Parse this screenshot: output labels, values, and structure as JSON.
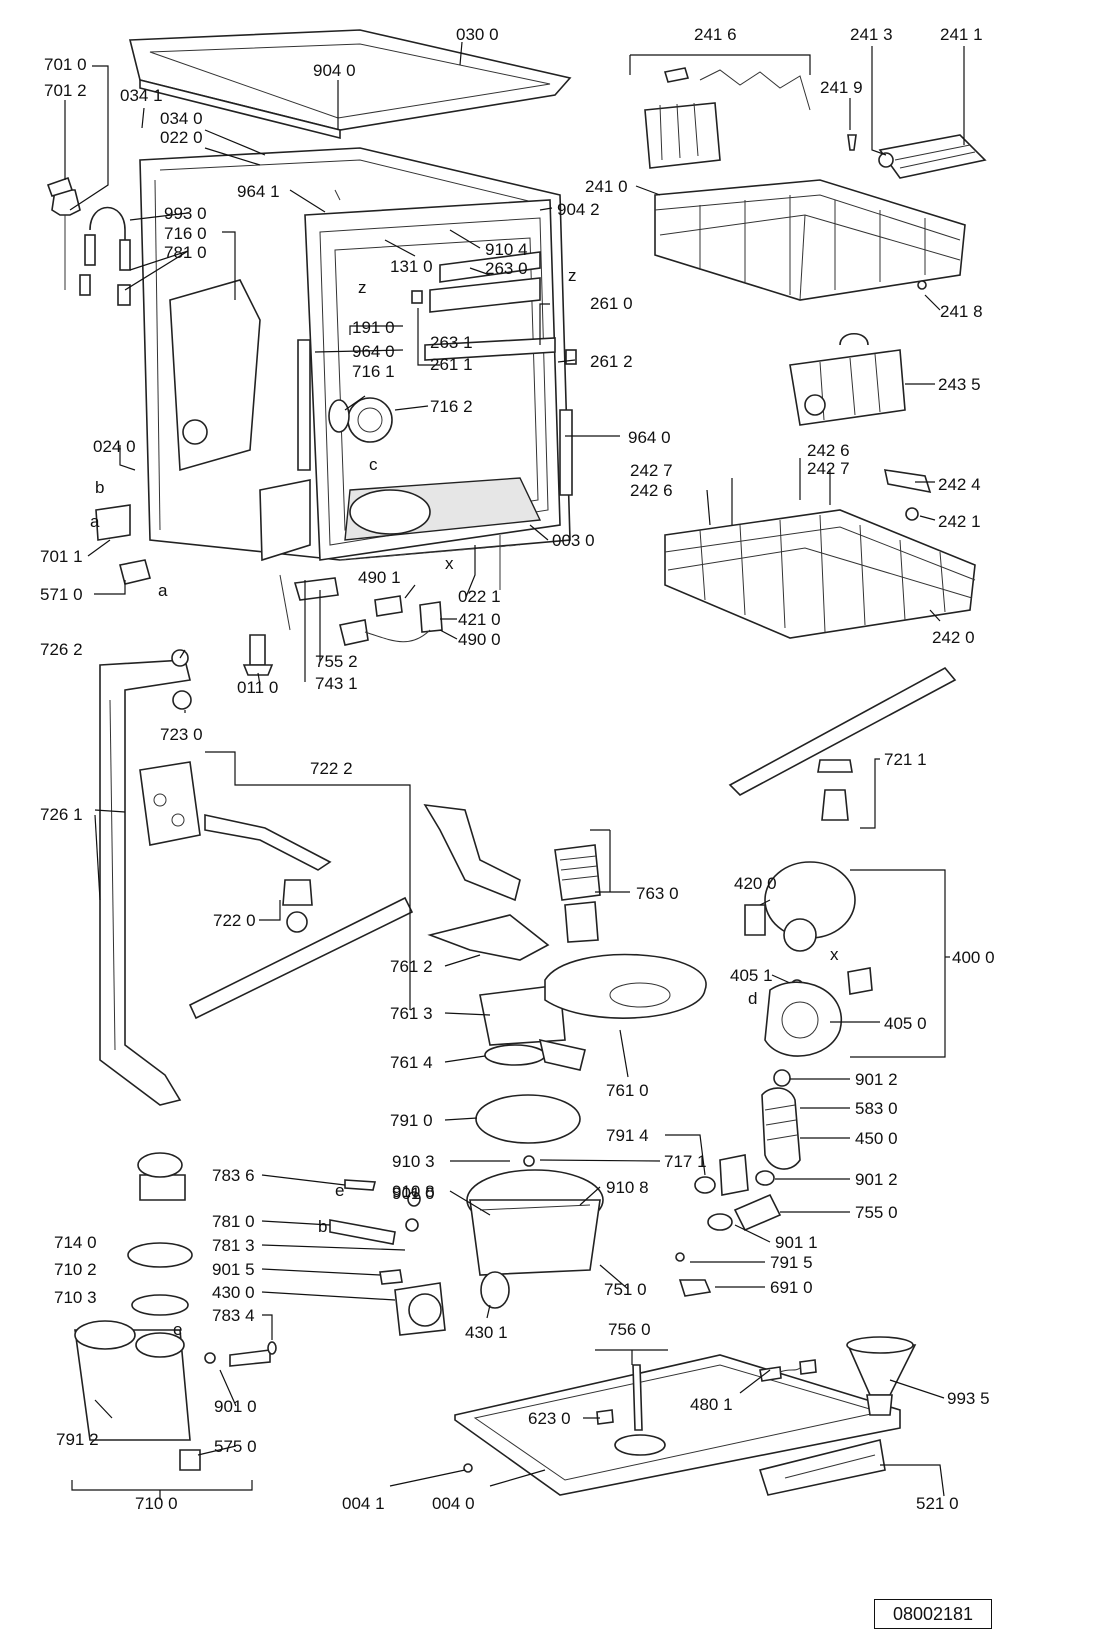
{
  "drawing_number": "08002181",
  "labels": {
    "p0300": "030 0",
    "p9040": "904 0",
    "p7010": "701 0",
    "p7012": "701 2",
    "p0341": "034 1",
    "p0340": "034 0",
    "p0220": "022 0",
    "p9641": "964 1",
    "p9930": "993 0",
    "p7160": "716 0",
    "p7810": "781 0",
    "p9042": "904 2",
    "p9104": "910 4",
    "p1310": "131 0",
    "p2630": "263 0",
    "p2610": "261 0",
    "p1910": "191 0",
    "p9640": "964 0",
    "p2631": "263 1",
    "p2611": "261 1",
    "p2612": "261 2",
    "p7161": "716 1",
    "p7162": "716 2",
    "p9640b": "964 0",
    "p0240": "024 0",
    "p0030": "003 0",
    "p7011": "701 1",
    "p5710": "571 0",
    "p4901": "490 1",
    "p0221": "022 1",
    "p4210": "421 0",
    "p4900": "490 0",
    "p7552": "755 2",
    "p7431": "743 1",
    "p0110": "011 0",
    "p2416": "241 6",
    "p2413": "241 3",
    "p2411": "241 1",
    "p2419": "241 9",
    "p2410": "241 0",
    "p2418": "241 8",
    "p2435": "243 5",
    "p2426": "242 6",
    "p2427": "242 7",
    "p2427b": "242 7",
    "p2426b": "242 6",
    "p2424": "242 4",
    "p2421": "242 1",
    "p2420": "242 0",
    "p7262": "726 2",
    "p7230": "723 0",
    "p7222": "722 2",
    "p7261": "726 1",
    "p7220": "722 0",
    "p7211": "721 1",
    "p7630": "763 0",
    "p4200": "420 0",
    "p4000": "400 0",
    "p7612": "761 2",
    "p4051": "405 1",
    "p7613": "761 3",
    "p4050": "405 0",
    "p7614": "761 4",
    "p7610": "761 0",
    "p9012": "901 2",
    "p7910": "791 0",
    "p5830": "583 0",
    "p7914": "791 4",
    "p4500": "450 0",
    "p9103": "910 3",
    "p7171": "717 1",
    "p9108": "910 8",
    "p9108b": "910 8",
    "p9012b": "901 2",
    "p7836": "783 6",
    "p9010": "901 0",
    "p7550": "755 0",
    "p7810b": "781 0",
    "p9011": "901 1",
    "p7813": "781 3",
    "p7140": "714 0",
    "p7915": "791 5",
    "p7102": "710 2",
    "p9015": "901 5",
    "p7510": "751 0",
    "p6910": "691 0",
    "p7103": "710 3",
    "p4300": "430 0",
    "p4301": "430 1",
    "p7834": "783 4",
    "p7560": "756 0",
    "p4801": "480 1",
    "p9935": "993 5",
    "p6230": "623 0",
    "p7912": "791 2",
    "p9010b": "901 0",
    "p5750": "575 0",
    "p0041": "004 1",
    "p0040": "004 0",
    "p5210": "521 0",
    "p7100": "710 0"
  },
  "markers": {
    "a": "a",
    "a2": "a",
    "b": "b",
    "b2": "b",
    "c": "c",
    "d": "d",
    "e": "e",
    "e2": "e",
    "x": "x",
    "x2": "x",
    "z": "z",
    "z2": "z"
  }
}
